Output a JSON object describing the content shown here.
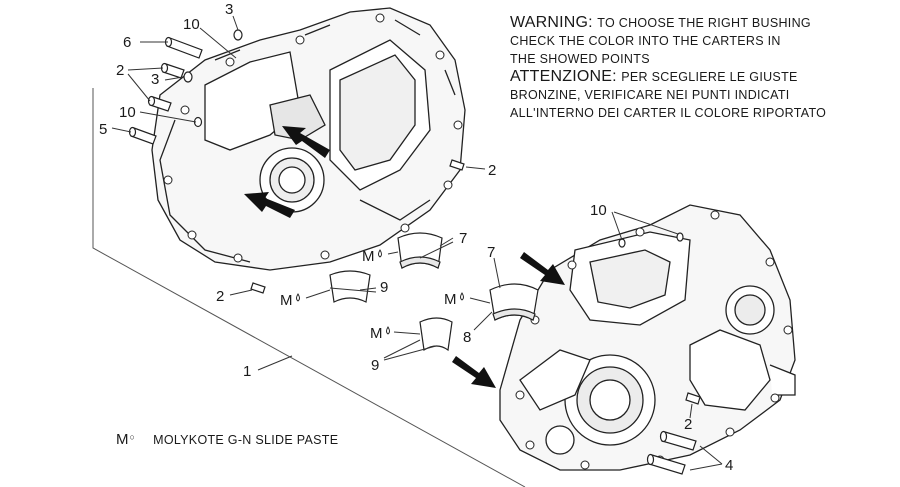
{
  "warning_en": {
    "keyword": "WARNING:",
    "line1_rest": "TO CHOOSE THE RIGHT BUSHING",
    "line2": "CHECK THE COLOR INTO THE CARTERS IN",
    "line3": "THE SHOWED POINTS"
  },
  "warning_it": {
    "keyword": "ATTENZIONE:",
    "line1_rest": "PER SCEGLIERE LE GIUSTE",
    "line2": "BRONZINE, VERIFICARE NEI PUNTI INDICATI",
    "line3": "ALL'INTERNO DEI CARTER IL COLORE RIPORTATO"
  },
  "callouts": {
    "c10_top": "10",
    "c3_top": "3",
    "c6": "6",
    "c2_a": "2",
    "c3_mid": "3",
    "c10_left": "10",
    "c5": "5",
    "c2_right": "2",
    "c7_upper": "7",
    "c9_upper": "9",
    "c2_lower": "2",
    "c1": "1",
    "c10_right": "10",
    "c7_lower": "7",
    "c8": "8",
    "c9_lower": "9",
    "c2_bottom": "2",
    "c4": "4"
  },
  "lubricant_symbol": "M",
  "legend": {
    "symbol": "M",
    "text": "MOLYKOTE G-N SLIDE PASTE"
  },
  "icons": [
    "lubricant-drop-icon",
    "arrow-pointer-icon"
  ],
  "colors": {
    "ink": "#1a1a1a",
    "background": "#ffffff"
  }
}
